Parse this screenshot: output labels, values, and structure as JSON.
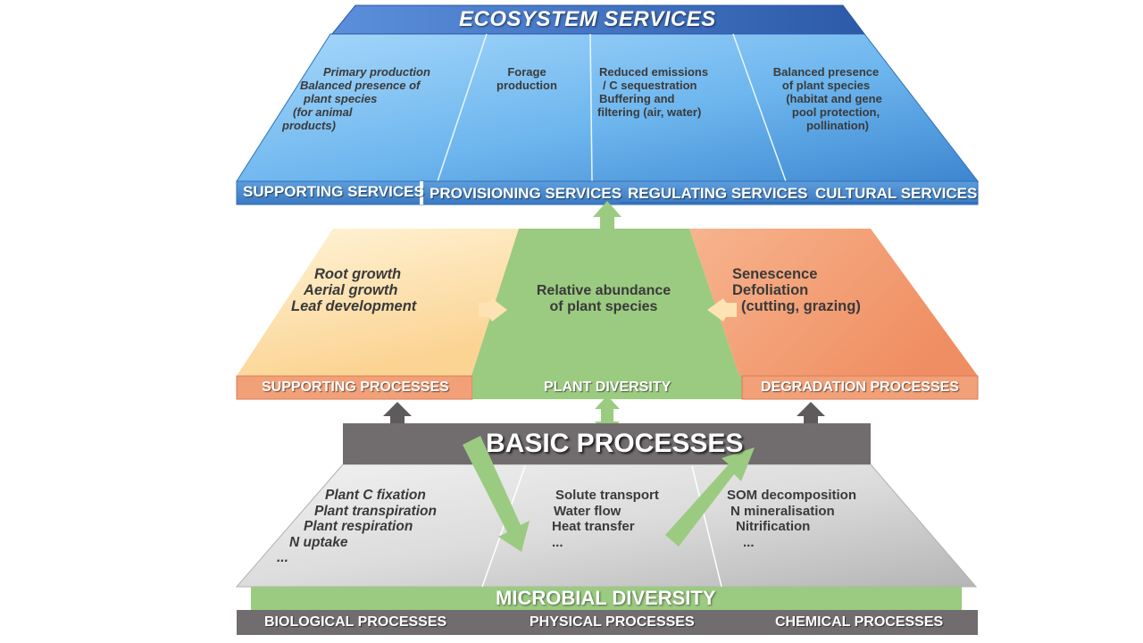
{
  "ecosystem": {
    "title": "ECOSYSTEM SERVICES",
    "supporting_text": [
      "Primary production",
      "Balanced presence of",
      "plant species",
      "(for animal",
      "products)"
    ],
    "provisioning_text": [
      "Forage",
      "production"
    ],
    "regulating_text": [
      "Reduced emissions",
      "/ C sequestration",
      "Buffering and",
      "filtering (air, water)"
    ],
    "cultural_text": [
      "Balanced presence",
      "of plant species",
      "(habitat and gene",
      "pool protection,",
      "pollination)"
    ],
    "bar": {
      "supporting": "SUPPORTING SERVICES",
      "provisioning": "PROVISIONING SERVICES",
      "regulating": "REGULATING SERVICES",
      "cultural": "CULTURAL SERVICES"
    }
  },
  "plant_layer": {
    "left_text": [
      "Root growth",
      "Aerial growth",
      "Leaf development"
    ],
    "center_text": [
      "Relative abundance",
      "of plant species"
    ],
    "right_text": [
      "Senescence",
      "Defoliation",
      "(cutting, grazing)"
    ],
    "bar": {
      "supporting": "SUPPORTING PROCESSES",
      "plant_diversity": "PLANT DIVERSITY",
      "degradation": "DEGRADATION PROCESSES"
    }
  },
  "basic": {
    "title": "BASIC PROCESSES",
    "bio_text": [
      "Plant C fixation",
      "Plant transpiration",
      "Plant respiration",
      "N uptake",
      "..."
    ],
    "phys_text": [
      "Solute transport",
      "Water flow",
      "Heat transfer",
      "..."
    ],
    "chem_text": [
      "SOM decomposition",
      "N mineralisation",
      "Nitrification",
      "..."
    ],
    "microbial": "MICROBIAL DIVERSITY",
    "bar": {
      "biological": "BIOLOGICAL PROCESSES",
      "physical": "PHYSICAL PROCESSES",
      "chemical": "CHEMICAL PROCESSES"
    }
  },
  "colors": {
    "blue_dark": "#3f7fc7",
    "blue_light": "#8ec8f2",
    "orange_light": "#fde8bf",
    "orange_dark": "#f2a078",
    "green": "#9bcb80",
    "gray_bar": "#716c6e"
  }
}
